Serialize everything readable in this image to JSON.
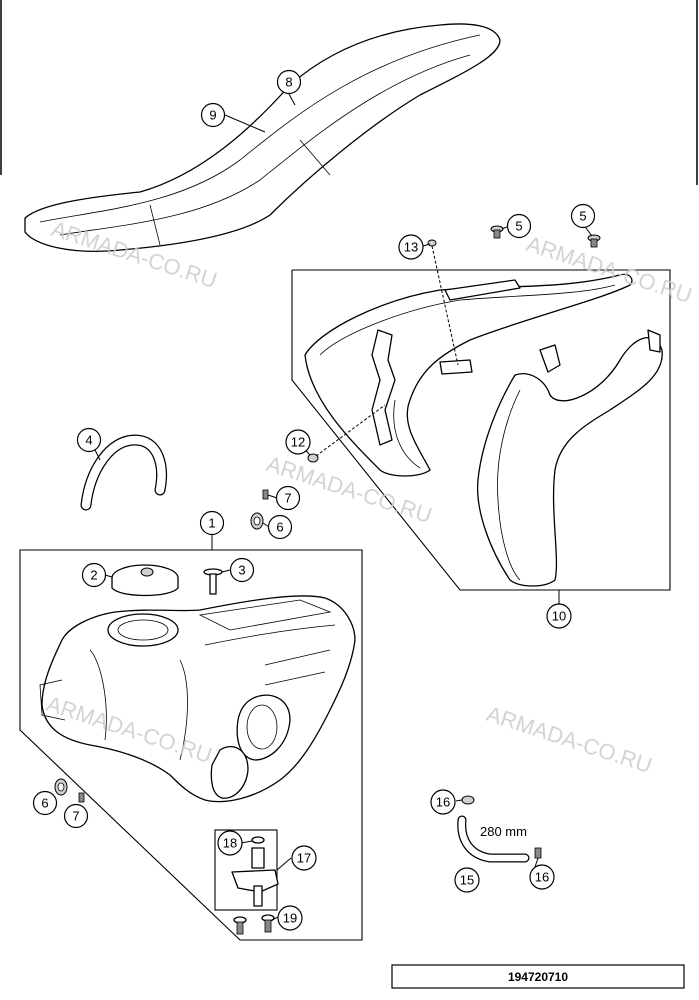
{
  "callouts": {
    "c1": "1",
    "c2": "2",
    "c3": "3",
    "c4": "4",
    "c5a": "5",
    "c5b": "5",
    "c6a": "6",
    "c6b": "6",
    "c7a": "7",
    "c7b": "7",
    "c8": "8",
    "c9": "9",
    "c10": "10",
    "c12": "12",
    "c13": "13",
    "c15": "15",
    "c16a": "16",
    "c16b": "16",
    "c17": "17",
    "c18": "18",
    "c19": "19"
  },
  "hose_length_label": "280 mm",
  "reference_number": "194720710",
  "watermark_text": "ARMADA-CO.RU",
  "colors": {
    "line": "#000000",
    "shade": "#cfcfcf",
    "watermark": "#cccccc"
  }
}
